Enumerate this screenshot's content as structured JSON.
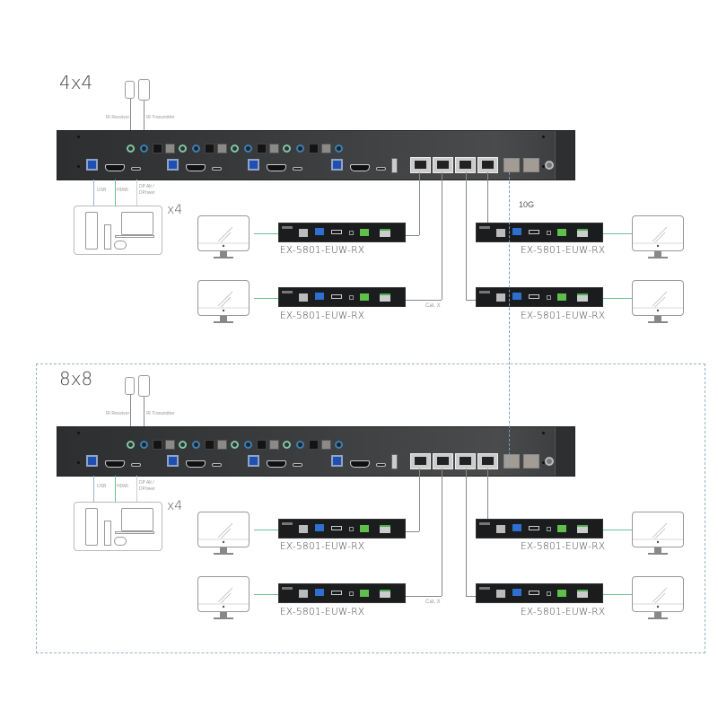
{
  "sections": [
    {
      "title": "4x4",
      "multiplier": "x4"
    },
    {
      "title": "8x8",
      "multiplier": "x4"
    }
  ],
  "labels": {
    "ir_receiver": "IR Receiver",
    "ir_transmitter": "IR Transmitter",
    "usb": "USB",
    "hdmi": "HDMI",
    "dp_alt": "DP Alt /",
    "dpower": "DPower",
    "cat_x": "Cat. X",
    "ten_g": "10G",
    "receiver_model": "EX-5801-EUW-RX"
  },
  "colors": {
    "hdmi_line": "#69c393",
    "usb_line": "#9ab4d0",
    "link_10g": "#7a9cc2"
  }
}
